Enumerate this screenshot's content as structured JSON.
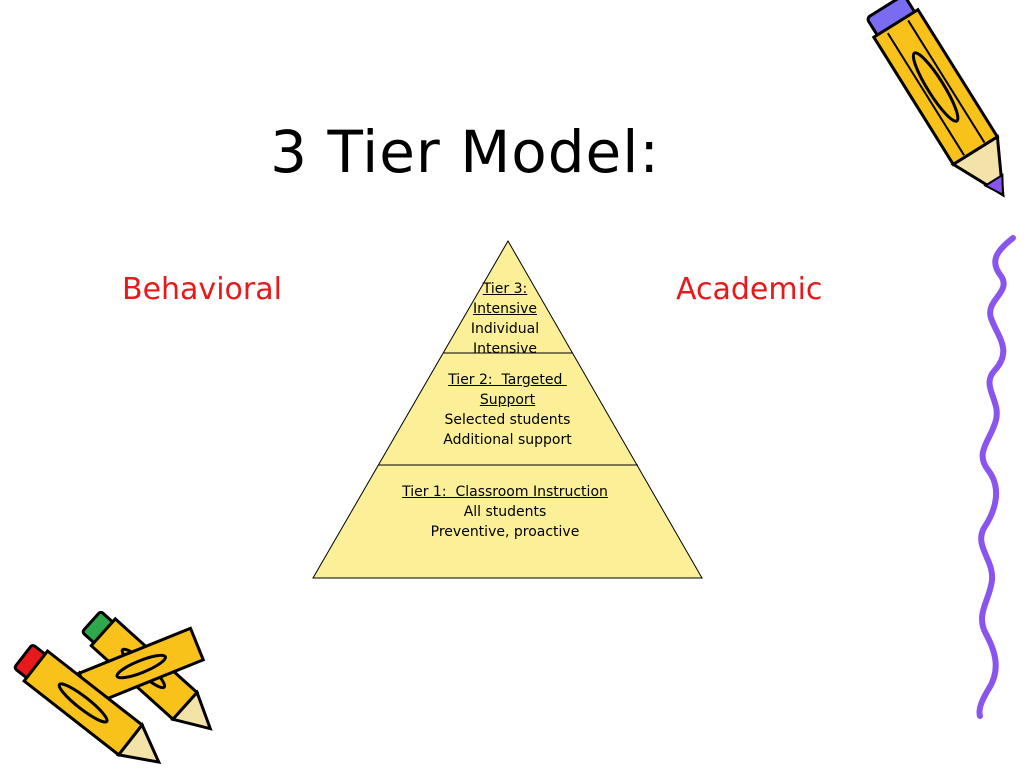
{
  "slide": {
    "title": "3 Tier Model:",
    "left_label": "Behavioral",
    "right_label": "Academic"
  },
  "pyramid": {
    "tiers": [
      {
        "level": 3,
        "heading_lines": [
          "Tier 3:",
          "Intensive"
        ],
        "body_lines": [
          "Individual",
          "Intensive"
        ]
      },
      {
        "level": 2,
        "heading_lines": [
          "Tier 2:  Targeted ",
          "Support"
        ],
        "body_lines": [
          "Selected students",
          "Additional support"
        ]
      },
      {
        "level": 1,
        "heading_lines": [
          "Tier 1:  Classroom Instruction"
        ],
        "body_lines": [
          "All students",
          "Preventive, proactive"
        ]
      }
    ]
  },
  "colors": {
    "pyramid_fill": "#fbef97",
    "label_red": "#e8191a",
    "pencil_yellow": "#f8c21a",
    "squiggle_purple": "#8a55ee"
  },
  "icons": [
    "pencil-icon",
    "squiggle-line-icon",
    "crossed-pencils-icon"
  ]
}
